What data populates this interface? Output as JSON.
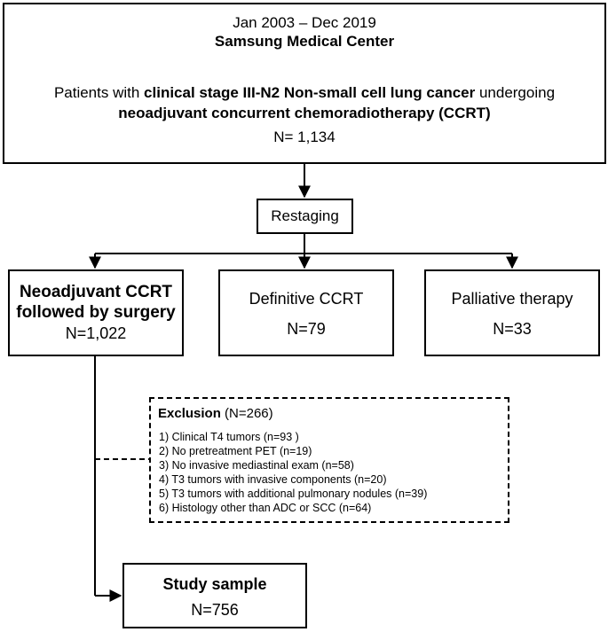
{
  "top_box": {
    "period": "Jan 2003 – Dec 2019",
    "institution": "Samsung Medical Center",
    "line1_prefix": "Patients with ",
    "line1_bold": "clinical stage III-N2 Non-small cell lung cancer",
    "line1_suffix": " undergoing",
    "line2_bold": "neoadjuvant concurrent chemoradiotherapy (CCRT)",
    "count": "N= 1,134"
  },
  "restaging": {
    "label": "Restaging"
  },
  "branches": [
    {
      "title_line1": "Neoadjuvant CCRT",
      "title_line2": "followed by surgery",
      "count": "N=1,022"
    },
    {
      "title_line1": "Definitive CCRT",
      "count": "N=79"
    },
    {
      "title_line1": "Palliative therapy",
      "count": "N=33"
    }
  ],
  "exclusion": {
    "title": "Exclusion",
    "count": " (N=266)",
    "items": [
      "1) Clinical T4 tumors (n=93 )",
      "2) No pretreatment PET (n=19)",
      "3) No invasive mediastinal exam (n=58)",
      "4) T3 tumors with invasive components (n=20)",
      "5) T3 tumors with additional pulmonary nodules (n=39)",
      "6) Histology other than ADC or SCC (n=64)"
    ]
  },
  "study": {
    "title": "Study sample",
    "count": "N=756"
  }
}
